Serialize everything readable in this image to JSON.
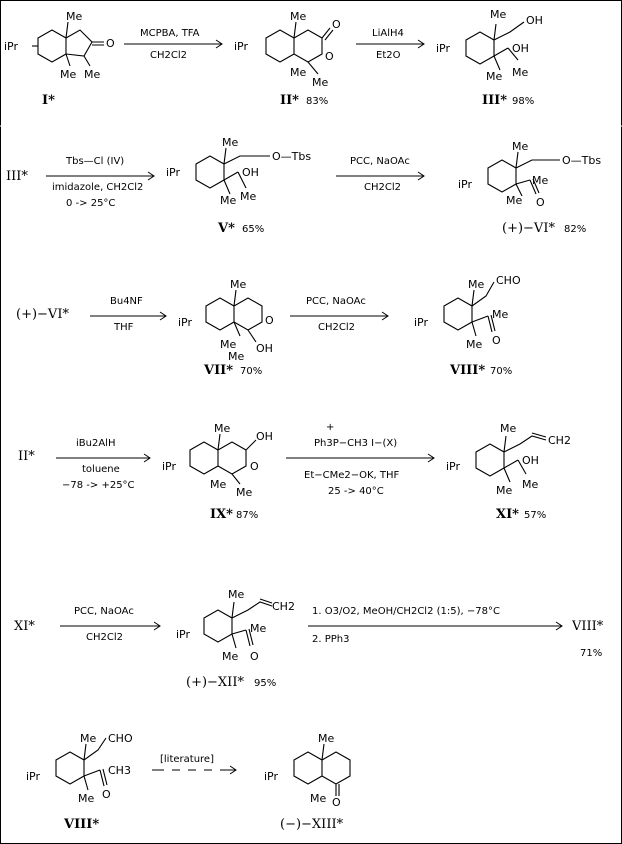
{
  "colors": {
    "ink": "#000000",
    "background": "#ffffff"
  },
  "rows": [
    {
      "items": [
        {
          "label": "I*",
          "yield": ""
        },
        {
          "label": "II*",
          "yield": "83%"
        },
        {
          "label": "III*",
          "yield": "98%"
        }
      ],
      "arrows": [
        {
          "top": "MCPBA, TFA",
          "bottom": "CH2Cl2"
        },
        {
          "top": "LiAlH4",
          "bottom": "Et2O"
        }
      ]
    },
    {
      "items": [
        {
          "label": "III*",
          "yield": ""
        },
        {
          "label": "V*",
          "yield": "65%"
        },
        {
          "label": "(+)−VI*",
          "yield": "82%"
        }
      ],
      "arrows": [
        {
          "top": "Tbs—Cl   (IV)",
          "bottom": "imidazole, CH2Cl2",
          "bottom2": "0  -> 25°C"
        },
        {
          "top": "PCC, NaOAc",
          "bottom": "CH2Cl2"
        }
      ]
    },
    {
      "items": [
        {
          "label": "(+)−VI*",
          "yield": ""
        },
        {
          "label": "VII*",
          "yield": "70%"
        },
        {
          "label": "VIII*",
          "yield": "70%"
        }
      ],
      "arrows": [
        {
          "top": "Bu4NF",
          "bottom": "THF"
        },
        {
          "top": "PCC, NaOAc",
          "bottom": "CH2Cl2"
        }
      ]
    },
    {
      "items": [
        {
          "label": "II*",
          "yield": ""
        },
        {
          "label": "IX*",
          "yield": "87%"
        },
        {
          "label": "XI*",
          "yield": "57%"
        }
      ],
      "arrows": [
        {
          "top": "iBu2AlH",
          "bottom": "toluene",
          "bottom2": "−78  ->  +25°C"
        },
        {
          "top": "Ph3P−CH3   I−(X)",
          "bottom": "Et−CMe2−OK,  THF",
          "bottom2": "25  ->  40°C"
        }
      ]
    },
    {
      "items": [
        {
          "label": "XI*",
          "yield": ""
        },
        {
          "label": "(+)−XII*",
          "yield": "95%"
        },
        {
          "label": "VIII*",
          "yield": "71%"
        }
      ],
      "arrows": [
        {
          "top": "PCC, NaOAc",
          "bottom": "CH2Cl2"
        },
        {
          "top": "1. O3/O2,  MeOH/CH2Cl2 (1:5),  −78°C",
          "bottom": "2. PPh3"
        }
      ]
    },
    {
      "items": [
        {
          "label": "VIII*",
          "yield": ""
        },
        {
          "label": "(−)−XIII*",
          "yield": ""
        }
      ],
      "arrows": [
        {
          "top": "[literature]",
          "bottom": ""
        }
      ]
    }
  ],
  "atoms": {
    "Me": "Me",
    "iPr": "iPr",
    "O": "O",
    "OH": "OH",
    "CHO": "CHO",
    "CH2": "CH2",
    "CH3": "CH3",
    "OTbs": "O—Tbs",
    "plus": "+"
  }
}
